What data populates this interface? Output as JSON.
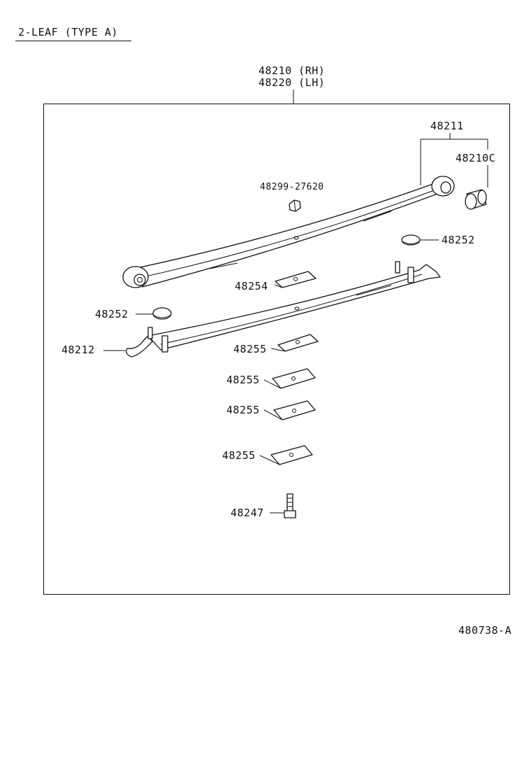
{
  "header": {
    "title": "2-LEAF (TYPE  A)"
  },
  "assembly": {
    "rh": "48210 (RH)",
    "lh": "48220 (LH)"
  },
  "labels": {
    "p48211": "48211",
    "p48210c": "48210C",
    "p48299": "48299-27620",
    "p48252_right": "48252",
    "p48252_left": "48252",
    "p48254": "48254",
    "p48212": "48212",
    "p48255_1": "48255",
    "p48255_2": "48255",
    "p48255_3": "48255",
    "p48255_4": "48255",
    "p48247": "48247"
  },
  "footer": {
    "code": "480738-A"
  }
}
